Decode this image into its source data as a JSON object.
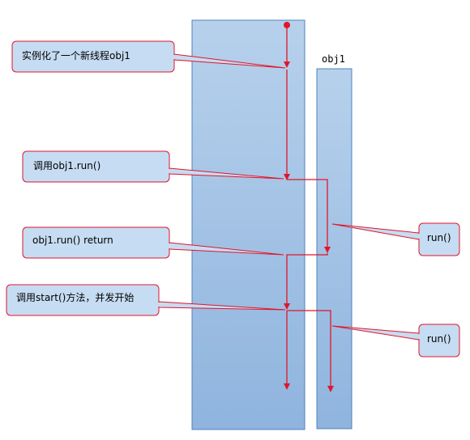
{
  "lanes": {
    "main_thread_label": "",
    "obj1_label": "obj1"
  },
  "callouts": {
    "instantiate": "实例化了一个新线程obj1",
    "call_run": "调用obj1.run()",
    "run_return": "obj1.run()  return",
    "call_start": "调用start()方法，并发开始",
    "run_box_1": "run()",
    "run_box_2": "run()"
  },
  "colors": {
    "lane_fill": "#a9c8e8",
    "lane_stroke": "#4f81bd",
    "callout_fill": "#c6dcf2",
    "callout_stroke": "#e0162b",
    "arrow": "#e0162b"
  }
}
